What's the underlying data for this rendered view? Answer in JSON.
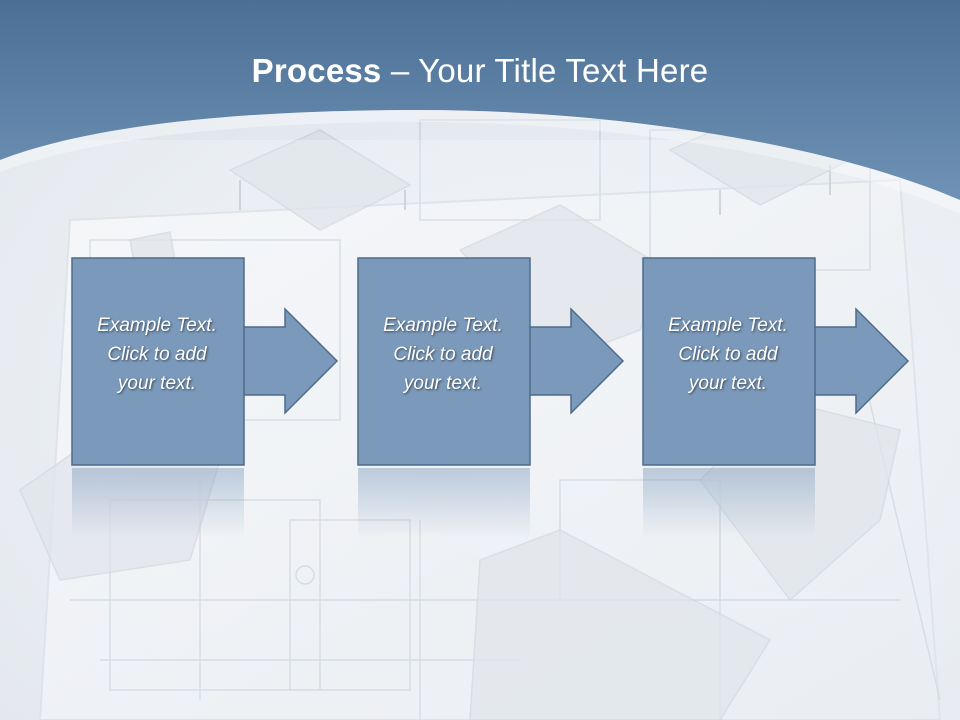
{
  "slide": {
    "title_bold": "Process",
    "title_rest": " – Your Title Text Here",
    "colors": {
      "header": "#5b7fa3",
      "box_fill": "#7b99ba",
      "box_stroke": "#4f6b8a"
    }
  },
  "steps": [
    {
      "text": "Example Text.\nClick  to add\nyour text."
    },
    {
      "text": "Example Text.\nClick  to add\nyour text."
    },
    {
      "text": "Example Text.\nClick  to add\nyour text."
    }
  ]
}
